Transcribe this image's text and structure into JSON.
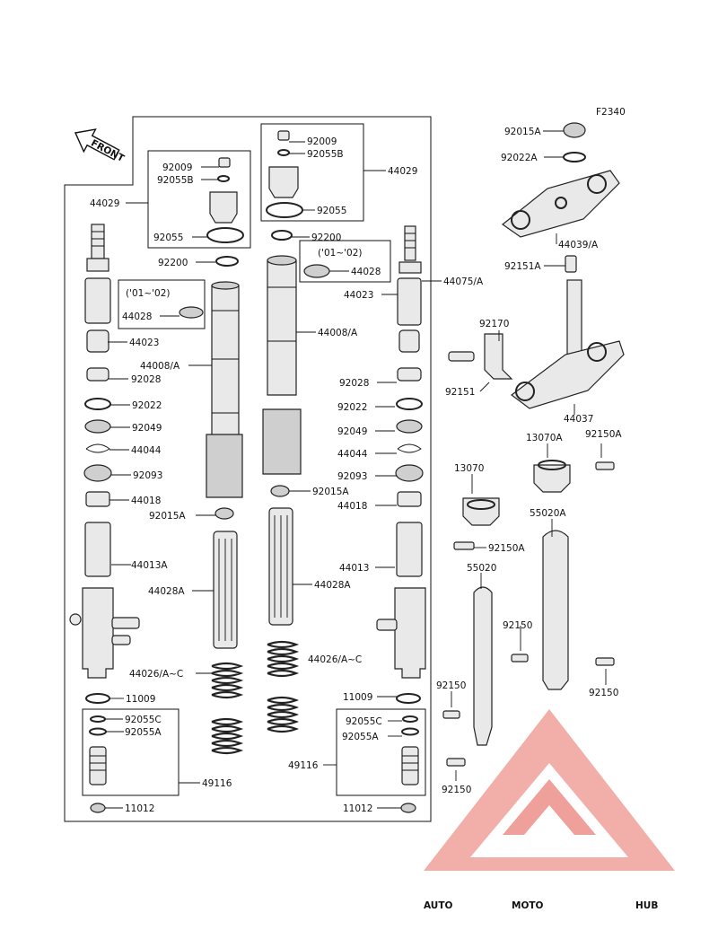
{
  "figure_code": "F2340",
  "front_label": "FRONT",
  "watermark": {
    "auto": "AUTO",
    "moto": "MOTO",
    "hub": "HUB",
    "color_red": "#e8524a",
    "color_orange": "#f5a623",
    "color_gray": "#555555"
  },
  "labels": {
    "l44029_left": "44029",
    "l92009_left": "92009",
    "l92055B_left": "92055B",
    "l92055_left": "92055",
    "l92200_left": "92200",
    "l01_02_left": "('01~'02)",
    "l44028_left": "44028",
    "l44023_left": "44023",
    "l44008A_left": "44008/A",
    "l92028_left": "92028",
    "l92022_left": "92022",
    "l92049_left": "92049",
    "l44044_left": "44044",
    "l92093_left": "92093",
    "l44018_left": "44018",
    "l92015A_left": "92015A",
    "l44013A": "44013A",
    "l44028A_left": "44028A",
    "l44026_left": "44026/A~C",
    "l11009_left": "11009",
    "l92055C_left": "92055C",
    "l92055A_left": "92055A",
    "l49116_left": "49116",
    "l11012_left": "11012",
    "l92009_mid": "92009",
    "l92055B_mid": "92055B",
    "l44029_mid": "44029",
    "l92055_mid": "92055",
    "l92200_mid": "92200",
    "l01_02_mid": "('01~'02)",
    "l44028_mid": "44028",
    "l44008A_mid": "44008/A",
    "l92015A_mid": "92015A",
    "l44028A_mid": "44028A",
    "l44026_mid": "44026/A~C",
    "l44075A": "44075/A",
    "l44023_right": "44023",
    "l92028_right": "92028",
    "l92022_right": "92022",
    "l92049_right": "92049",
    "l44044_right": "44044",
    "l92093_right": "92093",
    "l44018_right": "44018",
    "l44013": "44013",
    "l11009_right": "11009",
    "l92055C_right": "92055C",
    "l92055A_right": "92055A",
    "l49116_right": "49116",
    "l11012_right": "11012",
    "l92015A_top": "92015A",
    "l92022A": "92022A",
    "l44039A": "44039/A",
    "l92151A": "92151A",
    "l92170": "92170",
    "l92151": "92151",
    "l44037": "44037",
    "l13070A": "13070A",
    "l92150A_r": "92150A",
    "l13070": "13070",
    "l92150A_l": "92150A",
    "l55020A": "55020A",
    "l55020": "55020",
    "l92150_a": "92150",
    "l92150_b": "92150",
    "l92150_c": "92150",
    "l92150_d": "92150"
  }
}
